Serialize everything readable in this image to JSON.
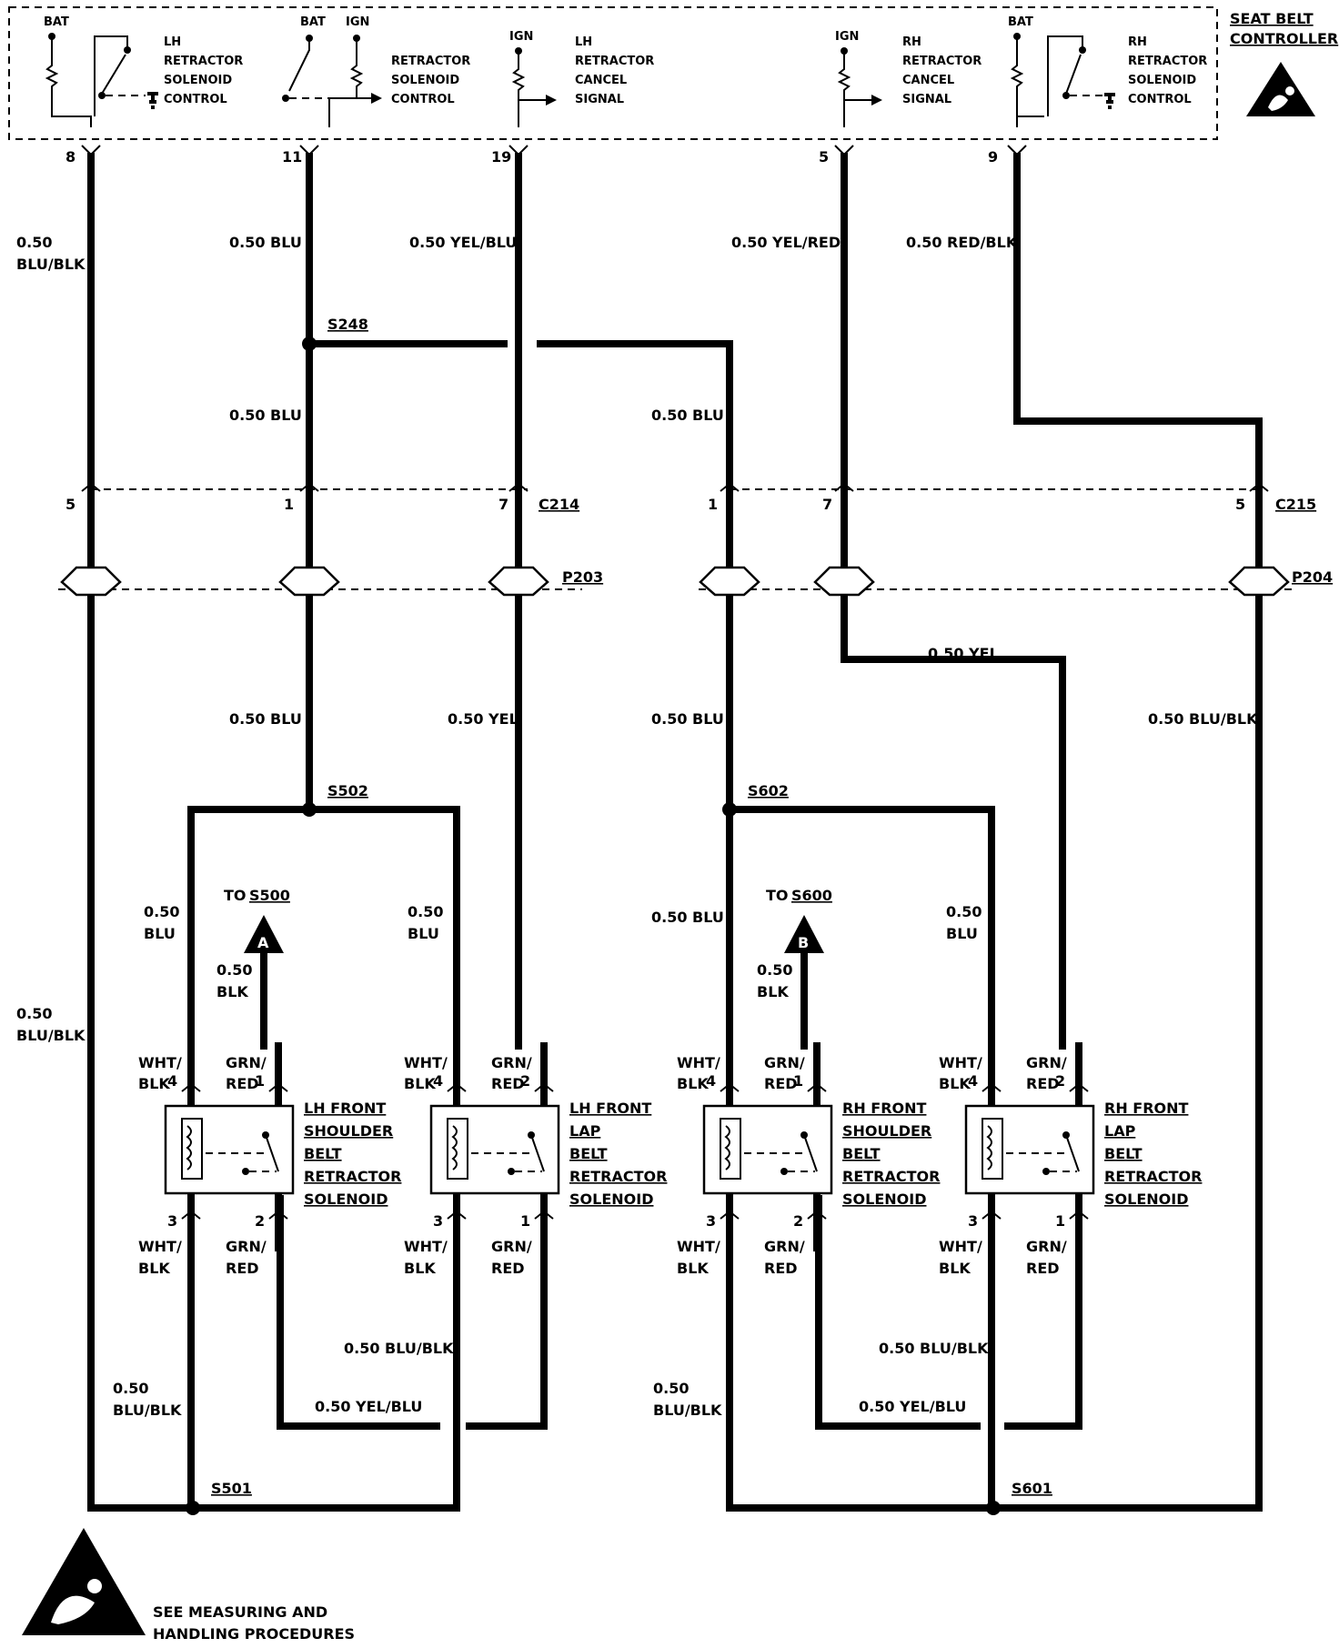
{
  "controller": {
    "title_line1": "SEAT BELT",
    "title_line2": "CONTROLLER",
    "blocks": [
      {
        "lines": [
          "LH",
          "RETRACTOR",
          "SOLENOID",
          "CONTROL"
        ],
        "supply": "BAT"
      },
      {
        "lines": [
          "RETRACTOR",
          "SOLENOID",
          "CONTROL"
        ],
        "supply": "BAT",
        "supply2": "IGN"
      },
      {
        "lines": [
          "LH",
          "RETRACTOR",
          "CANCEL",
          "SIGNAL"
        ],
        "supply": "IGN"
      },
      {
        "lines": [
          "RH",
          "RETRACTOR",
          "CANCEL",
          "SIGNAL"
        ],
        "supply": "IGN"
      },
      {
        "lines": [
          "RH",
          "RETRACTOR",
          "SOLENOID",
          "CONTROL"
        ],
        "supply": "BAT"
      }
    ],
    "pins": [
      "8",
      "11",
      "19",
      "5",
      "9"
    ]
  },
  "wires": {
    "w8_top": [
      "0.50",
      "BLU/BLK"
    ],
    "w11_top": "0.50 BLU",
    "w19_top": "0.50 YEL/BLU",
    "w5_top": "0.50 YEL/RED",
    "w9_top": "0.50 RED/BLK",
    "w11_mid": "0.50 BLU",
    "rh_blu_mid": "0.50 BLU",
    "lh_blu_low": "0.50 BLU",
    "lh_yel_low": "0.50 YEL",
    "rh_blu_low": "0.50 BLU",
    "rh_yel_low": "0.50 YEL",
    "rh_blublk_low": "0.50 BLU/BLK",
    "lh_blublk_left": [
      "0.50",
      "BLU/BLK"
    ],
    "lh_blu_a": [
      "0.50",
      "BLU"
    ],
    "lh_blu_b": [
      "0.50",
      "BLU"
    ],
    "lh_blk_a": [
      "0.50",
      "BLK"
    ],
    "rh_blu_a": "0.50 BLU",
    "rh_blu_b": [
      "0.50",
      "BLU"
    ],
    "rh_blk_b": [
      "0.50",
      "BLK"
    ],
    "lh_bot_blublk_a": [
      "0.50",
      "BLU/BLK"
    ],
    "lh_bot_blublk_b": "0.50 BLU/BLK",
    "lh_bot_yelblu": "0.50 YEL/BLU",
    "rh_bot_blublk_a": [
      "0.50",
      "BLU/BLK"
    ],
    "rh_bot_blublk_b": "0.50 BLU/BLK",
    "rh_bot_yelblu": "0.50 YEL/BLU"
  },
  "splices": {
    "s248": "S248",
    "s502": "S502",
    "s602": "S602",
    "s501": "S501",
    "s601": "S601"
  },
  "connectors": {
    "c214": "C214",
    "c215": "C215",
    "p203": "P203",
    "p204": "P204",
    "c214_pins": [
      "5",
      "1",
      "7"
    ],
    "c215_pins": [
      "1",
      "7",
      "5"
    ]
  },
  "refs": {
    "to_lh": "TO",
    "to_lh_target": "S500",
    "to_lh_letter": "A",
    "to_rh": "TO",
    "to_rh_target": "S600",
    "to_rh_letter": "B"
  },
  "solenoids": [
    {
      "lines": [
        "LH FRONT",
        "SHOULDER",
        "BELT",
        "RETRACTOR",
        "SOLENOID"
      ],
      "pin_tl": "4",
      "pin_tr": "1",
      "pin_bl": "3",
      "pin_br": "2",
      "lead_tl": [
        "WHT/",
        "BLK"
      ],
      "lead_tr": [
        "GRN/",
        "RED"
      ],
      "lead_bl": [
        "WHT/",
        "BLK"
      ],
      "lead_br": [
        "GRN/",
        "RED"
      ]
    },
    {
      "lines": [
        "LH FRONT",
        "LAP",
        "BELT",
        "RETRACTOR",
        "SOLENOID"
      ],
      "pin_tl": "4",
      "pin_tr": "2",
      "pin_bl": "3",
      "pin_br": "1",
      "lead_tl": [
        "WHT/",
        "BLK"
      ],
      "lead_tr": [
        "GRN/",
        "RED"
      ],
      "lead_bl": [
        "WHT/",
        "BLK"
      ],
      "lead_br": [
        "GRN/",
        "RED"
      ]
    },
    {
      "lines": [
        "RH FRONT",
        "SHOULDER",
        "BELT",
        "RETRACTOR",
        "SOLENOID"
      ],
      "pin_tl": "4",
      "pin_tr": "1",
      "pin_bl": "3",
      "pin_br": "2",
      "lead_tl": [
        "WHT/",
        "BLK"
      ],
      "lead_tr": [
        "GRN/",
        "RED"
      ],
      "lead_bl": [
        "WHT/",
        "BLK"
      ],
      "lead_br": [
        "GRN/",
        "RED"
      ]
    },
    {
      "lines": [
        "RH FRONT",
        "LAP",
        "BELT",
        "RETRACTOR",
        "SOLENOID"
      ],
      "pin_tl": "4",
      "pin_tr": "2",
      "pin_bl": "3",
      "pin_br": "1",
      "lead_tl": [
        "WHT/",
        "BLK"
      ],
      "lead_tr": [
        "GRN/",
        "RED"
      ],
      "lead_bl": [
        "WHT/",
        "BLK"
      ],
      "lead_br": [
        "GRN/",
        "RED"
      ]
    }
  ],
  "notice": [
    "SEE MEASURING AND",
    "HANDLING PROCEDURES"
  ]
}
